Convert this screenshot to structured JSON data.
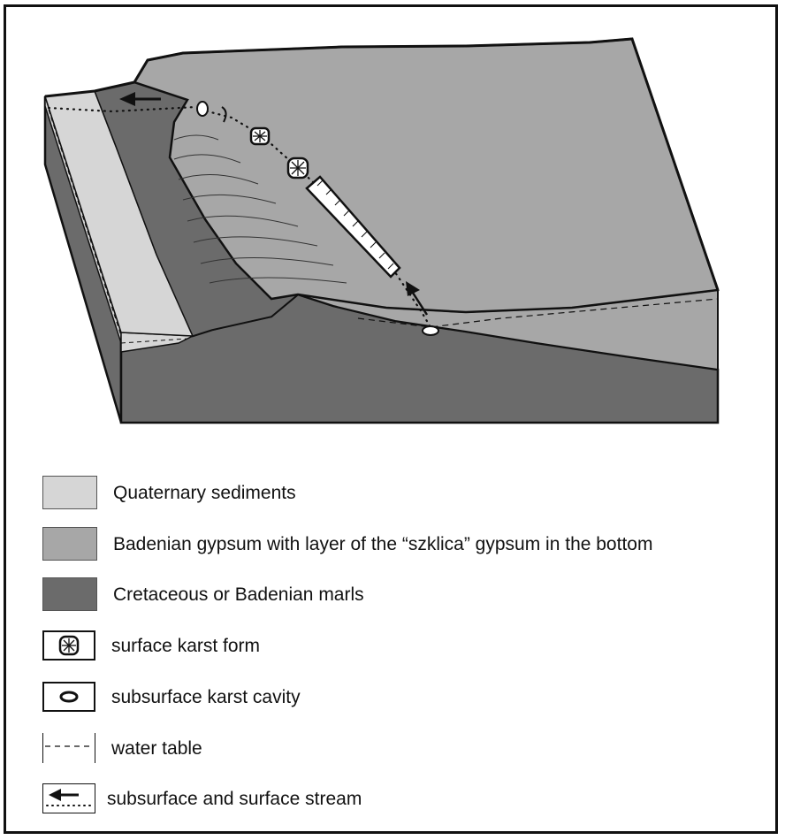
{
  "colors": {
    "quaternary": "#d6d6d6",
    "gypsum": "#a7a7a7",
    "marls": "#6b6b6b",
    "outline": "#111111"
  },
  "legend": [
    {
      "id": "quaternary",
      "label": "Quaternary sediments",
      "icon": "light-gray-swatch"
    },
    {
      "id": "gypsum",
      "label": "Badenian gypsum with layer of the  “szklica” gypsum in the bottom",
      "icon": "medium-gray-swatch"
    },
    {
      "id": "marls",
      "label": "Cretaceous or Badenian marls",
      "icon": "dark-gray-swatch"
    },
    {
      "id": "surface-karst",
      "label": "surface karst form",
      "icon": "surface-karst-icon"
    },
    {
      "id": "subsurface-cavity",
      "label": "subsurface karst cavity",
      "icon": "cavity-icon"
    },
    {
      "id": "water-table",
      "label": "water table",
      "icon": "dashed-line-icon"
    },
    {
      "id": "stream",
      "label": "subsurface and surface stream",
      "icon": "stream-arrow-icon"
    }
  ]
}
